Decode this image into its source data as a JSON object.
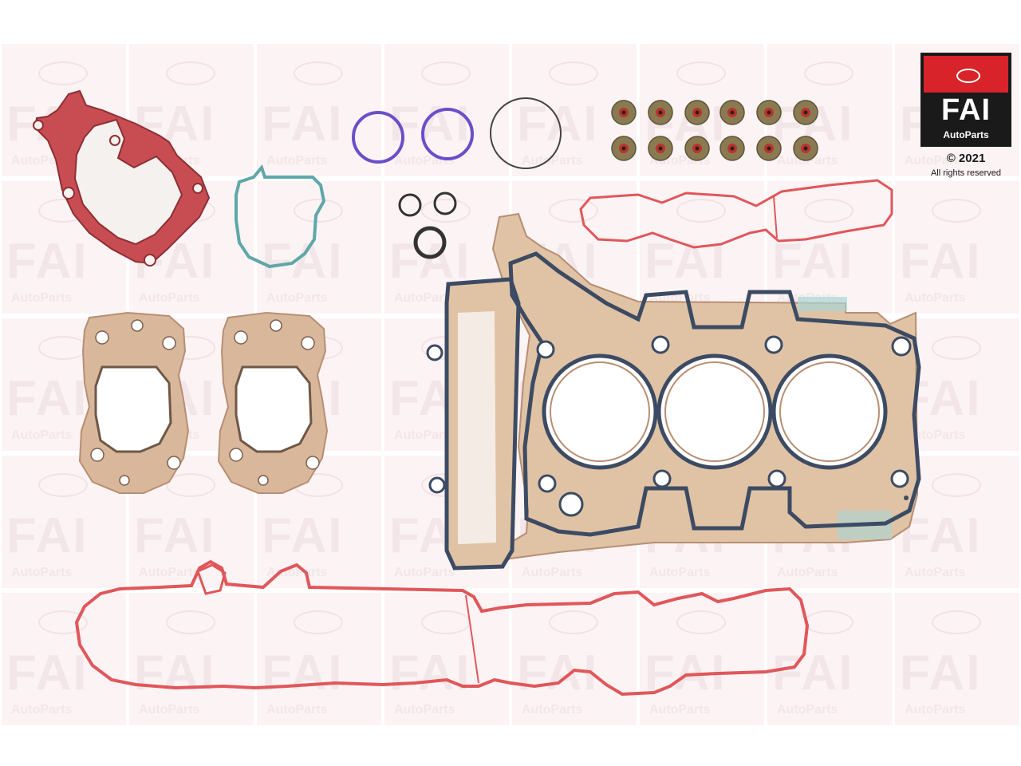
{
  "image": {
    "watermark": {
      "brand": "FAI",
      "sub": "AutoParts",
      "columns": 8,
      "rows": 5
    },
    "logo": {
      "brand": "FAI",
      "sub": "AutoParts",
      "red": "#d8232a",
      "black": "#1a1a1a"
    },
    "copyright": "© 2021",
    "rights": "All rights reserved",
    "colors": {
      "red_gasket": "#e0575a",
      "dark_red_gasket": "#b8474d",
      "purple_ring": "#6a4fc9",
      "seal_olive": "#8a7a52",
      "seal_red": "#b7342f",
      "steel": "#d9b79a",
      "steel_edge": "#b88e73",
      "blue_bead": "#3c4b63",
      "teal": "#5fa7a8"
    }
  }
}
